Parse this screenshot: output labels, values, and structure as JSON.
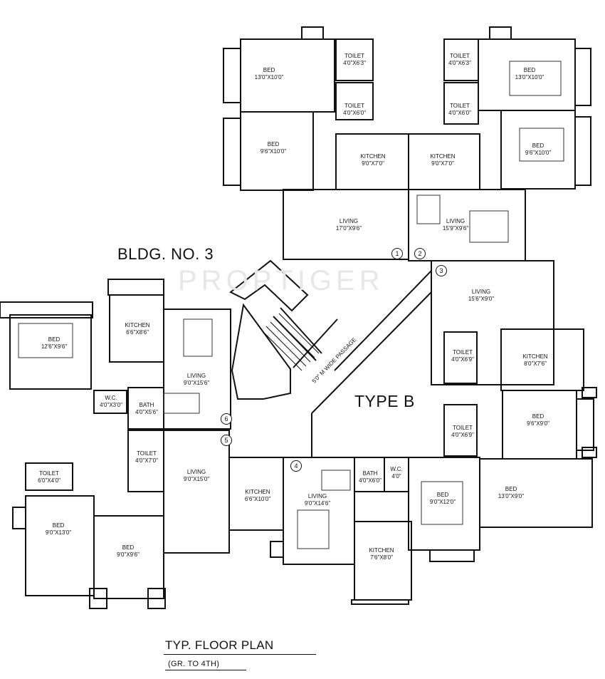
{
  "building_label": "BLDG. NO. 3",
  "type_label": "TYPE B",
  "watermark": "PROPTIGER",
  "title": "TYP.  FLOOR PLAN",
  "subtitle": "(GR. TO 4TH)",
  "passage_label": "5'0\" M  WIDE  PASSAGE",
  "markers": [
    "1",
    "2",
    "3",
    "4",
    "5",
    "6"
  ],
  "rooms": [
    {
      "name": "BED",
      "dim": "13'0\"X10'0\""
    },
    {
      "name": "TOILET",
      "dim": "4'0\"X6'3\""
    },
    {
      "name": "TOILET",
      "dim": "4'0\"X6'0\""
    },
    {
      "name": "BED",
      "dim": "9'6\"X10'0\""
    },
    {
      "name": "KITCHEN",
      "dim": "9'0\"X7'0\""
    },
    {
      "name": "KITCHEN",
      "dim": "9'0\"X7'0\""
    },
    {
      "name": "LIVING",
      "dim": "17'0\"X9'6\""
    },
    {
      "name": "TOILET",
      "dim": "4'0\"X6'3\""
    },
    {
      "name": "TOILET",
      "dim": "4'0\"X6'0\""
    },
    {
      "name": "BED",
      "dim": "13'0\"X10'0\""
    },
    {
      "name": "BED",
      "dim": "9'6\"X10'0\""
    },
    {
      "name": "LIVING",
      "dim": "15'9\"X9'6\""
    },
    {
      "name": "LIVING",
      "dim": "15'6\"X9'0\""
    },
    {
      "name": "TOILET",
      "dim": "4'0\"X6'9\""
    },
    {
      "name": "KITCHEN",
      "dim": "8'0\"X7'6\""
    },
    {
      "name": "BED",
      "dim": "9'6\"X9'0\""
    },
    {
      "name": "TOILET",
      "dim": "4'0\"X6'9\""
    },
    {
      "name": "BED",
      "dim": "13'0\"X9'0\""
    },
    {
      "name": "KITCHEN",
      "dim": "6'6\"X8'6\""
    },
    {
      "name": "BED",
      "dim": "12'6\"X9'6\""
    },
    {
      "name": "LIVING",
      "dim": "9'0\"X15'6\""
    },
    {
      "name": "BATH",
      "dim": "4'0\"X5'6\""
    },
    {
      "name": "W.C.",
      "dim": "4'0\"X3'0\""
    },
    {
      "name": "TOILET",
      "dim": "4'0\"X7'0\""
    },
    {
      "name": "LIVING",
      "dim": "9'0\"X15'0\""
    },
    {
      "name": "TOILET",
      "dim": "6'0\"X4'0\""
    },
    {
      "name": "BED",
      "dim": "9'0\"X13'0\""
    },
    {
      "name": "BED",
      "dim": "9'0\"X9'6\""
    },
    {
      "name": "KITCHEN",
      "dim": "6'6\"X10'0\""
    },
    {
      "name": "LIVING",
      "dim": "9'0\"X14'6\""
    },
    {
      "name": "BATH",
      "dim": "4'0\"X6'0\""
    },
    {
      "name": "W.C.",
      "dim": "4'0\""
    },
    {
      "name": "BED",
      "dim": "9'0\"X12'0\""
    },
    {
      "name": "KITCHEN",
      "dim": "7'6\"X8'0\""
    }
  ]
}
